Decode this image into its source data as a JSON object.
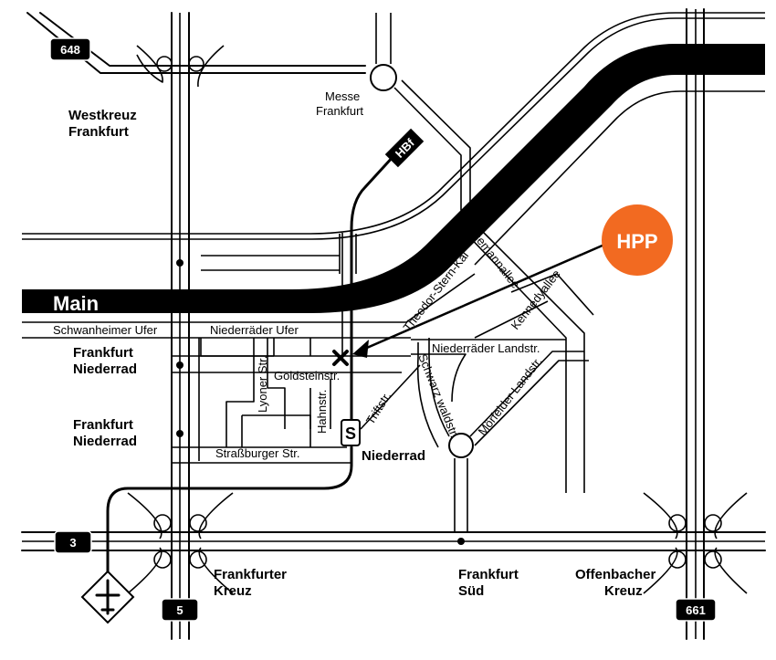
{
  "map": {
    "river_label": "Main",
    "marker_label": "HPP",
    "marker_color": "#f26a21",
    "places": {
      "westkreuz": [
        "Westkreuz",
        "Frankfurt"
      ],
      "messe": [
        "Messe",
        "Frankfurt"
      ],
      "niederrad_1": [
        "Frankfurt",
        "Niederrad"
      ],
      "niederrad_2": [
        "Frankfurt",
        "Niederrad"
      ],
      "niederrad_station": "Niederrad",
      "frankfurter_kreuz": [
        "Frankfurter",
        "Kreuz"
      ],
      "frankfurt_sued": [
        "Frankfurt",
        "Süd"
      ],
      "offenbacher_kreuz": [
        "Offenbacher",
        "Kreuz"
      ]
    },
    "streets": {
      "schwanheimer_ufer": "Schwanheimer Ufer",
      "niederraeder_ufer": "Niederräder Ufer",
      "lyoner_str": "Lyoner Str.",
      "goldsteinstr": "Goldsteinstr.",
      "hahnstr": "Hahnstr.",
      "triftstr": "Triftstr.",
      "strassburger_str": "Straßburger Str.",
      "schwarzwaldstr": "Schwarz waldstr.",
      "niederraeder_landstr": "Niederräder Landstr.",
      "moerfelder_landstr": "Mörfelder Landstr.",
      "kennedyallee": "Kennedyallee",
      "theodor_stern_kai": "Theodor-Stern-Kai",
      "stresemannallee": "Stresemannallee"
    },
    "shields": {
      "a648": "648",
      "a3": "3",
      "a5": "5",
      "a661": "661",
      "hbf": "HBf",
      "s_bahn": "S"
    },
    "icons": {
      "airport": "airplane-icon",
      "destination": "cross-icon",
      "station": "s-bahn-icon"
    }
  }
}
